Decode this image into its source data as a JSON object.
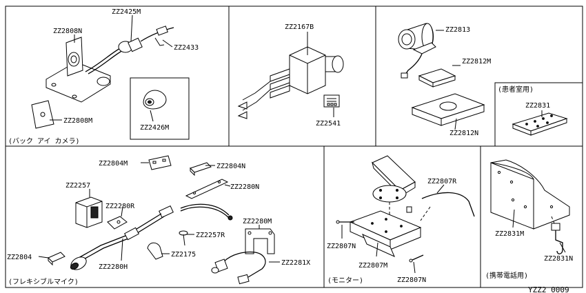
{
  "chart_data": {
    "type": "diagram",
    "drawing_code": "YZZ2  0009",
    "sections": [
      {
        "id": "back-eye-camera",
        "caption": "(バック アイ カメラ)"
      },
      {
        "id": "connector",
        "caption": ""
      },
      {
        "id": "camera-unit",
        "caption": ""
      },
      {
        "id": "cradle",
        "caption": "(患者室用)"
      },
      {
        "id": "flexible-mic",
        "caption": "(フレキシブルマイク)"
      },
      {
        "id": "monitor",
        "caption": "(モニター)"
      },
      {
        "id": "mobile-phone",
        "caption": "(携帯電話用)"
      }
    ],
    "parts": {
      "p2808n_a": "ZZ2808N",
      "p2425m": "ZZ2425M",
      "p2433": "ZZ2433",
      "p2808m": "ZZ2808M",
      "p2426m": "ZZ2426M",
      "p2167b": "ZZ2167B",
      "p2541": "ZZ2541",
      "p2813": "ZZ2813",
      "p2812m": "ZZ2812M",
      "p2812n": "ZZ2812N",
      "p2831": "ZZ2831",
      "p2804m": "ZZ2804M",
      "p2804n_a": "ZZ2804N",
      "p2257": "ZZ2257",
      "p2280n": "ZZ2280N",
      "p2280r": "ZZ2280R",
      "p2257r": "ZZ2257R",
      "p2280m": "ZZ2280M",
      "p2175": "ZZ2175",
      "p2804_b": "ZZ2804",
      "p2280h": "ZZ2280H",
      "p2281x": "ZZ2281X",
      "p2807r": "ZZ2807R",
      "p2807n_a": "ZZ2807N",
      "p2807m": "ZZ2807M",
      "p2807n_b": "ZZ2807N",
      "p2831m": "ZZ2831M",
      "p2831n": "ZZ2831N"
    }
  }
}
